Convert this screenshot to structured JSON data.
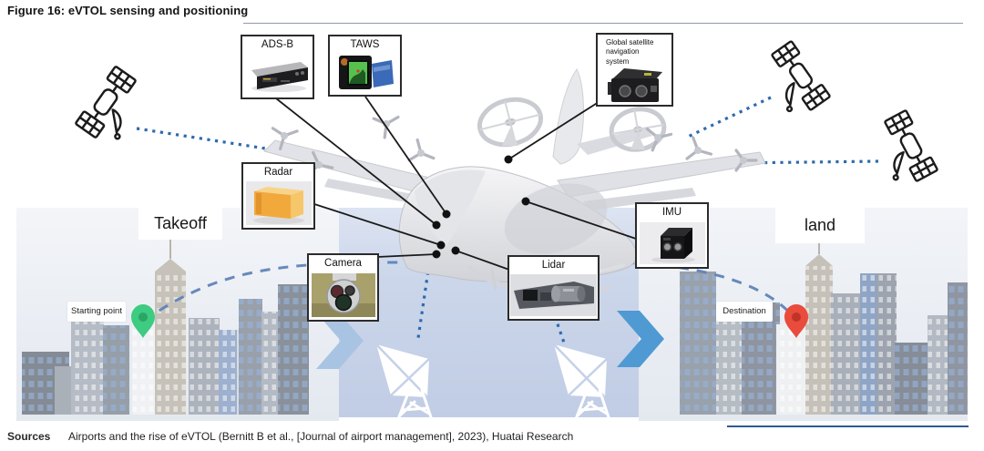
{
  "figure_title": "Figure 16: eVTOL sensing and positioning",
  "scene": {
    "takeoff": "Takeoff",
    "land": "land",
    "starting_point": "Starting point",
    "destination": "Destination"
  },
  "sensors": [
    {
      "id": "ads-b",
      "label": "ADS-B"
    },
    {
      "id": "taws",
      "label": "TAWS"
    },
    {
      "id": "gnss",
      "label": "Global satellite navigation system"
    },
    {
      "id": "radar",
      "label": "Radar"
    },
    {
      "id": "camera",
      "label": "Camera"
    },
    {
      "id": "lidar",
      "label": "Lidar"
    },
    {
      "id": "imu",
      "label": "IMU"
    }
  ],
  "sources": {
    "label": "Sources",
    "text": "Airports and the rise of eVTOL (Bernitt B et al., [Journal of airport management], 2023), Huatai Research"
  },
  "icons": [
    "satellite-icon",
    "ground-station-icon",
    "map-pin-icon",
    "chevron-arrow-icon"
  ],
  "colors": {
    "corridor_panel": "#c8d4e9",
    "chevron_light": "#a9c4e2",
    "chevron_dark": "#4f9ad3",
    "flight_path": "#5f83b8",
    "satellite_link": "#2e6aad",
    "callout_line": "#1a1a1a",
    "pin_green": "#3ecb82",
    "pin_red": "#e94b3c",
    "radar_orange": "#f0a73a",
    "taws_screen_green": "#57c14f",
    "footer_rule_blue": "#2e5a94"
  }
}
